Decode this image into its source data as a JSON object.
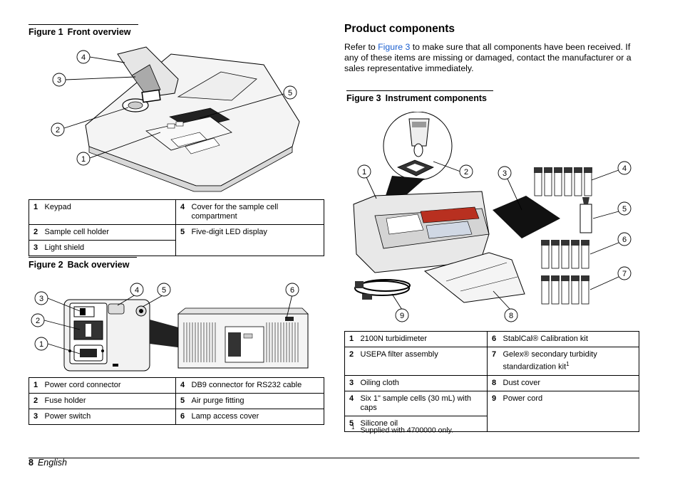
{
  "figure1": {
    "number": "Figure 1",
    "title": "Front overview",
    "callouts": [
      "1",
      "2",
      "3",
      "4",
      "5"
    ],
    "legend": [
      {
        "n": "1",
        "label": "Keypad"
      },
      {
        "n": "2",
        "label": "Sample cell holder"
      },
      {
        "n": "3",
        "label": "Light shield"
      },
      {
        "n": "4",
        "label": "Cover for the sample cell compartment"
      },
      {
        "n": "5",
        "label": "Five-digit LED display"
      }
    ]
  },
  "figure2": {
    "number": "Figure 2",
    "title": "Back overview",
    "callouts": [
      "1",
      "2",
      "3",
      "4",
      "5",
      "6"
    ],
    "legend": [
      {
        "n": "1",
        "label": "Power cord connector"
      },
      {
        "n": "2",
        "label": "Fuse holder"
      },
      {
        "n": "3",
        "label": "Power switch"
      },
      {
        "n": "4",
        "label": "DB9 connector for RS232 cable"
      },
      {
        "n": "5",
        "label": "Air purge fitting"
      },
      {
        "n": "6",
        "label": "Lamp access cover"
      }
    ]
  },
  "section": {
    "title": "Product components",
    "intro_before": "Refer to ",
    "intro_link": "Figure 3",
    "intro_after": " to make sure that all components have been received. If any of these items are missing or damaged, contact the manufacturer or a sales representative immediately."
  },
  "figure3": {
    "number": "Figure 3",
    "title": "Instrument components",
    "callouts": [
      "1",
      "2",
      "3",
      "4",
      "5",
      "6",
      "7",
      "8",
      "9"
    ],
    "legend": [
      {
        "n": "1",
        "label": "2100N turbidimeter"
      },
      {
        "n": "2",
        "label": "USEPA filter assembly"
      },
      {
        "n": "3",
        "label": "Oiling cloth"
      },
      {
        "n": "4",
        "label": "Six 1\" sample cells (30 mL) with caps"
      },
      {
        "n": "5",
        "label": "Silicone oil"
      },
      {
        "n": "6",
        "label": "StablCal® Calibration kit"
      },
      {
        "n": "7",
        "label": "Gelex® secondary turbidity standardization kit",
        "sup": "1"
      },
      {
        "n": "8",
        "label": "Dust cover"
      },
      {
        "n": "9",
        "label": "Power cord"
      }
    ]
  },
  "footnote": {
    "mark": "1",
    "text": "Supplied with 4700000 only."
  },
  "footer": {
    "page": "8",
    "language": "English"
  }
}
